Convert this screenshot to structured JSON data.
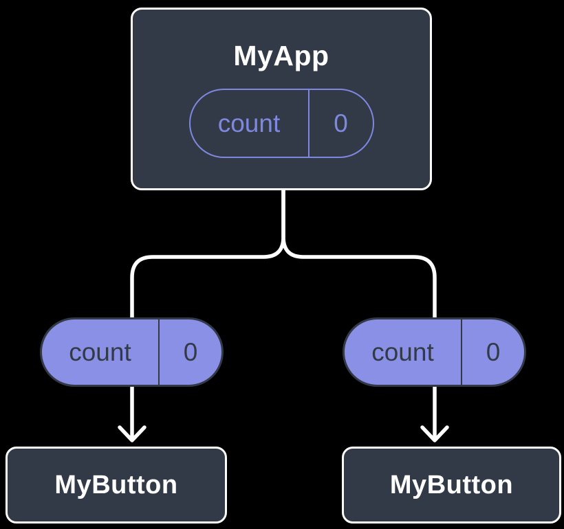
{
  "colors": {
    "background": "#000000",
    "node_fill": "#333A47",
    "node_border": "#FFFFFF",
    "node_text": "#FFFFFF",
    "pill_fill": "#8990E5",
    "pill_dark": "#333A47",
    "accent_outline": "#7E88E0",
    "connector": "#FFFFFF"
  },
  "tree": {
    "root": {
      "title": "MyApp",
      "state": {
        "name": "count",
        "value": "0"
      }
    },
    "children": [
      {
        "title": "MyButton",
        "prop": {
          "name": "count",
          "value": "0"
        }
      },
      {
        "title": "MyButton",
        "prop": {
          "name": "count",
          "value": "0"
        }
      }
    ]
  }
}
